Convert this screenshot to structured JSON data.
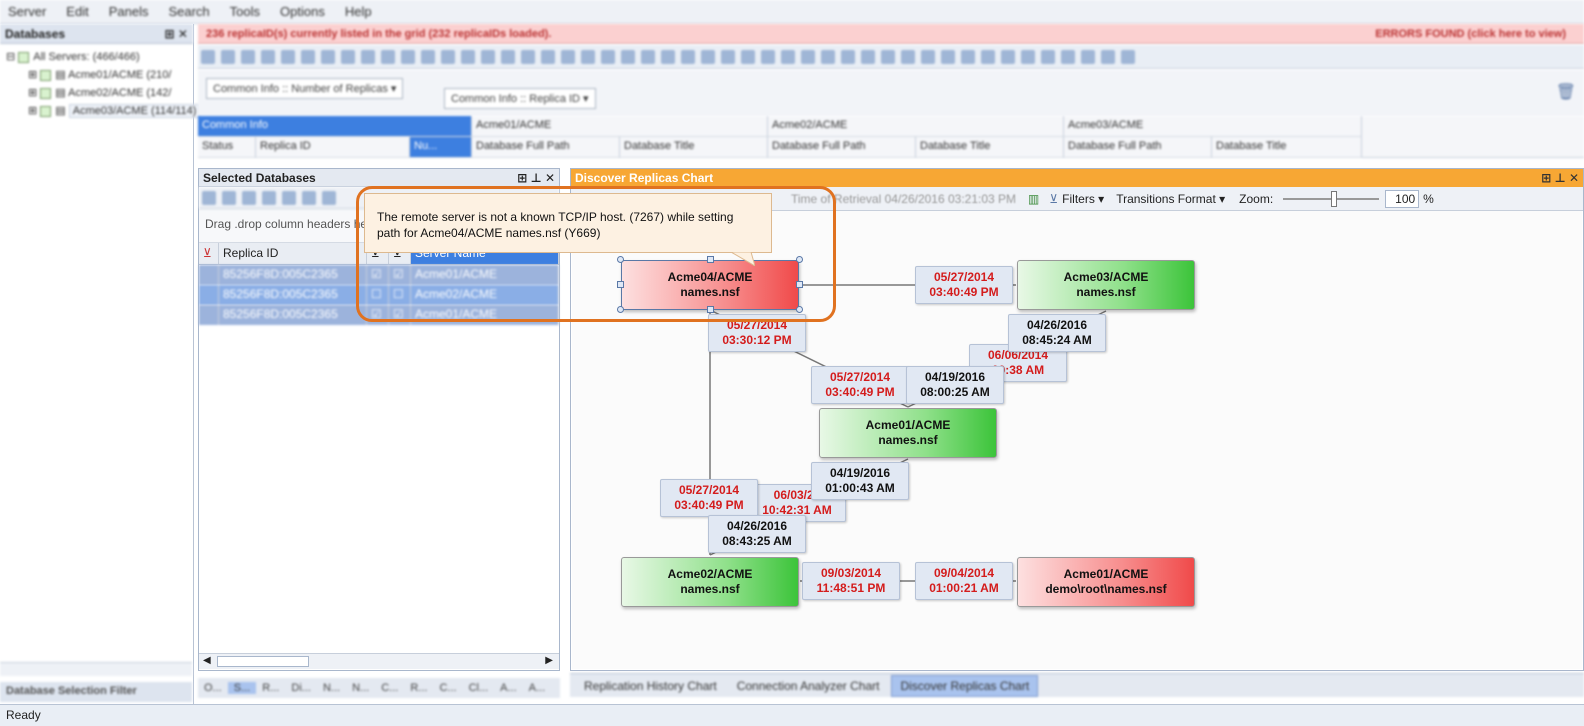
{
  "menu": {
    "items": [
      "Server",
      "Edit",
      "Panels",
      "Search",
      "Tools",
      "Options",
      "Help"
    ]
  },
  "left_panel": {
    "title": "Databases",
    "tree": [
      {
        "label": "All Servers: (466/466)"
      },
      {
        "label": "Acme01/ACME (210/"
      },
      {
        "label": "Acme02/ACME (142/"
      },
      {
        "label": "Acme03/ACME (114/114)"
      }
    ],
    "footer": "Database Selection Filter"
  },
  "error_bar": {
    "message": "236 replicaID(s) currently listed in the grid (232 replicaIDs loaded).",
    "errors": "ERRORS FOUND (click here to view)"
  },
  "group_bar": {
    "chip1": "Common Info :: Number of Replicas",
    "chip2": "Common Info :: Replica ID"
  },
  "grid_header": {
    "bands": [
      "Common Info",
      "Acme01/ACME",
      "Acme02/ACME",
      "Acme03/ACME"
    ],
    "columns": [
      "Status",
      "Replica ID",
      "Nu...",
      "Database Full Path",
      "Database Title",
      "Database Full Path",
      "Database Title",
      "Database Full Path",
      "Database Title"
    ]
  },
  "selected_databases": {
    "title": "Selected Databases",
    "drag_hint": "Drag .drop column headers he",
    "columns": [
      "Replica ID",
      "Server Name"
    ],
    "rows": [
      {
        "replica_id": "85256F8D:005C2365",
        "server": "Acme01/ACME"
      },
      {
        "replica_id": "85256F8D:005C2365",
        "server": "Acme02/ACME"
      },
      {
        "replica_id": "85256F8D:005C2365",
        "server": "Acme01/ACME"
      }
    ],
    "bottom_tabs": [
      "O...",
      "S...",
      "R...",
      "Di...",
      "N...",
      "N...",
      "C...",
      "R...",
      "C...",
      "Cl...",
      "A...",
      "A..."
    ]
  },
  "chart_panel": {
    "title": "Discover Replicas Chart",
    "toolbar": {
      "time_label": "Time of Retrieval",
      "time_value": "04/26/2016 03:21:03 PM",
      "filters": "Filters",
      "transitions": "Transitions Format",
      "zoom_label": "Zoom:",
      "zoom_value": "100",
      "zoom_unit": "%"
    },
    "tooltip": "The remote server is not a known TCP/IP host. (7267) while setting path for Acme04/ACME names.nsf (Y669)",
    "nodes": {
      "acme04": {
        "server": "Acme04/ACME",
        "db": "names.nsf"
      },
      "acme03": {
        "server": "Acme03/ACME",
        "db": "names.nsf"
      },
      "acme01": {
        "server": "Acme01/ACME",
        "db": "names.nsf"
      },
      "acme02": {
        "server": "Acme02/ACME",
        "db": "names.nsf"
      },
      "acme01b": {
        "server": "Acme01/ACME",
        "db": "demo\\root\\names.nsf"
      }
    },
    "labels": {
      "l1": {
        "d": "05/27/2014",
        "t": "03:40:49 PM"
      },
      "l2": {
        "d": "05/27/2014",
        "t": "03:30:12 PM"
      },
      "l3": {
        "d": "04/26/2016",
        "t": "08:45:24 AM"
      },
      "l4": {
        "d": "06/06/2014",
        "t": "00:38 AM"
      },
      "l5": {
        "d": "05/27/2014",
        "t": "03:40:49 PM"
      },
      "l6": {
        "d": "04/19/2016",
        "t": "08:00:25 AM"
      },
      "l7": {
        "d": "04/19/2016",
        "t": "01:00:43 AM"
      },
      "l8": {
        "d": "05/27/2014",
        "t": "03:40:49 PM"
      },
      "l9": {
        "d": "06/03/20",
        "t": "10:42:31 AM"
      },
      "l10": {
        "d": "04/26/2016",
        "t": "08:43:25 AM"
      },
      "l11": {
        "d": "09/03/2014",
        "t": "11:48:51 PM"
      },
      "l12": {
        "d": "09/04/2014",
        "t": "01:00:21 AM"
      }
    },
    "bottom_tabs": [
      "Replication History Chart",
      "Connection Analyzer Chart",
      "Discover Replicas Chart"
    ]
  },
  "status": "Ready"
}
